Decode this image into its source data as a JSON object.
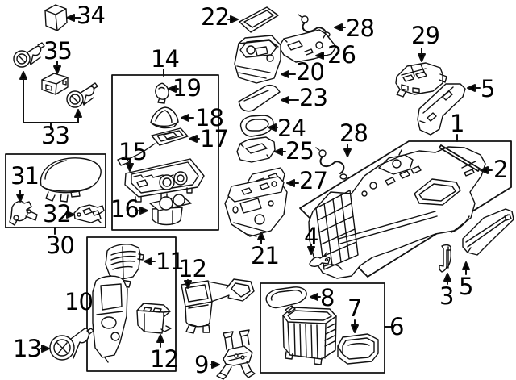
{
  "diagram": {
    "type": "exploded-parts-diagram",
    "background_color": "#ffffff",
    "line_color": "#111111",
    "text_color": "#000000",
    "callouts": {
      "c1": {
        "label": "1"
      },
      "c2": {
        "label": "2"
      },
      "c3": {
        "label": "3"
      },
      "c4": {
        "label": "4"
      },
      "c5_top": {
        "label": "5"
      },
      "c5_bottom": {
        "label": "5"
      },
      "c6": {
        "label": "6"
      },
      "c7": {
        "label": "7"
      },
      "c8": {
        "label": "8"
      },
      "c9": {
        "label": "9"
      },
      "c10": {
        "label": "10"
      },
      "c11": {
        "label": "11"
      },
      "c12_outer": {
        "label": "12"
      },
      "c12_inner": {
        "label": "12"
      },
      "c13": {
        "label": "13"
      },
      "c14": {
        "label": "14"
      },
      "c15": {
        "label": "15"
      },
      "c16": {
        "label": "16"
      },
      "c17": {
        "label": "17"
      },
      "c18": {
        "label": "18"
      },
      "c19": {
        "label": "19"
      },
      "c20": {
        "label": "20"
      },
      "c21": {
        "label": "21"
      },
      "c22": {
        "label": "22"
      },
      "c23": {
        "label": "23"
      },
      "c24": {
        "label": "24"
      },
      "c25": {
        "label": "25"
      },
      "c26": {
        "label": "26"
      },
      "c27": {
        "label": "27"
      },
      "c28_top": {
        "label": "28"
      },
      "c28_mid": {
        "label": "28"
      },
      "c29": {
        "label": "29"
      },
      "c30": {
        "label": "30"
      },
      "c31": {
        "label": "31"
      },
      "c32": {
        "label": "32"
      },
      "c33": {
        "label": "33"
      },
      "c34": {
        "label": "34"
      },
      "c35": {
        "label": "35"
      }
    },
    "groups": {
      "box_14": {
        "label": "14",
        "contains": [
          "15",
          "16",
          "17",
          "18",
          "19"
        ]
      },
      "box_30": {
        "label": "30",
        "contains": [
          "31",
          "32"
        ]
      },
      "box_10": {
        "label": "10",
        "contains": [
          "11",
          "12"
        ]
      },
      "box_6": {
        "label": "6",
        "contains": [
          "7",
          "8"
        ]
      },
      "box_1": {
        "label": "1",
        "contains": [
          "2",
          "4"
        ]
      }
    }
  }
}
